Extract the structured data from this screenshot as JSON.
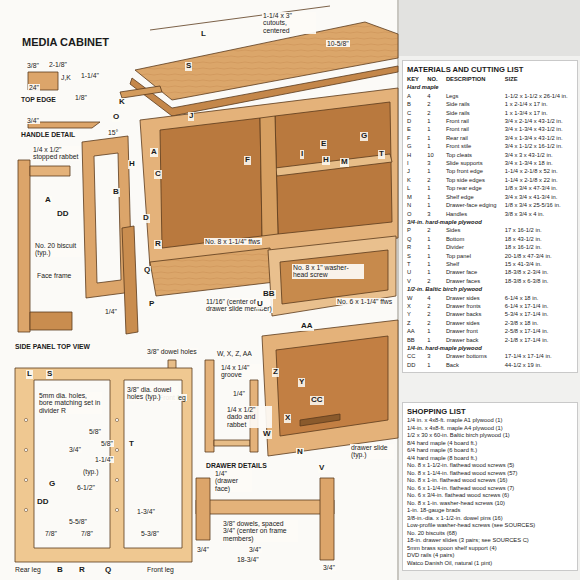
{
  "diagram": {
    "title": "MEDIA CABINET",
    "nodes": [
      {
        "text": [
          "MATERIALS AND CUTTING LIST",
          "KEY",
          "NO.",
          "DESCRIPTION",
          "SIZE",
          "Hard maple",
          "A",
          "4",
          "Legs",
          "1-1/2 x 1-1/2 x 26-1/4 in.",
          "B",
          "2",
          "Side rails",
          "1 x 2-1/4 x 17 in.",
          "C",
          "2",
          "Side rails",
          "1 x 1-3/4 x 17 in.",
          "D",
          "1",
          "Front rail",
          "3/4 x 2-1/4 x 43-1/2 in.",
          "E",
          "1",
          "Front rail",
          "3/4 x 1-3/4 x 43-1/2 in.",
          "F",
          "1",
          "Rear rail",
          "3/4 x 1-3/4 x 43-1/2 in.",
          "G",
          "1",
          "Front stile",
          "3/4 x 1-1/2 x 16-1/2 in.",
          "H",
          "10",
          "Top cleats",
          "3/4 x 3 x 43-1/2 in.",
          "I",
          "3",
          "Slide supports",
          "3/4 x 1-3/4 x 18 in.",
          "J",
          "1",
          "Top front edge",
          "1-1/4 x 2-1/8 x 52 in.",
          "K",
          "2",
          "Top side edges",
          "1-1/4 x 2-1/8 x 22 in.",
          "L",
          "1",
          "Top rear edge",
          "1/8 x 3/4 x 47-3/4 in.",
          "M",
          "1",
          "Shelf edge",
          "3/4 x 3/4 x 41-3/4 in.",
          "N",
          "1",
          "Drawer-face edging",
          "1/8 x 3/4 x 25-5/16 in.",
          "O",
          "3",
          "Handles",
          "3/8 x 3/4 x 4 in.",
          "3/4-in. hard-maple plywood",
          "P",
          "2",
          "Sides",
          "17 x 16-1/2 in.",
          "Q",
          "1",
          "Bottom",
          "18 x 43-1/2 in.",
          "R",
          "1",
          "Divider",
          "18 x 16-1/2 in.",
          "S",
          "1",
          "Top panel",
          "20-1/8 x 47-3/4 in.",
          "T",
          "1",
          "Shelf",
          "15 x 41-3/4 in.",
          "U",
          "1",
          "Drawer face",
          "18-3/8 x 2-3/4 in.",
          "V",
          "2",
          "Drawer faces",
          "18-3/8 x 6-3/8 in.",
          "1/2-in. Baltic birch plywood",
          "W",
          "4",
          "Drawer sides",
          "6-1/4 x 18 in.",
          "X",
          "2",
          "Drawer fronts",
          "6-1/4 x 17-1/4 in.",
          "Y",
          "2",
          "Drawer backs",
          "5-3/4 x 17-1/4 in.",
          "Z",
          "2",
          "Drawer sides",
          "2-3/8 x 18 in.",
          "AA",
          "1",
          "Drawer front",
          "2-5/8 x 17-1/4 in.",
          "BB",
          "1",
          "Drawer back",
          "2-1/8 x 17-1/4 in.",
          "1/4-in. hard-maple plywood",
          "CC",
          "3",
          "Drawer bottoms",
          "17-1/4 x 17-1/4 in.",
          "DD",
          "1",
          "Back",
          "44-1/2 x 19 in."
        ]
      },
      {
        "text": [
          "SHOPPING LIST",
          "1/4 in. x 4x8-ft. maple A1 plywood (1)",
          "1/4-in. x 4x8-ft. maple A4 plywood (1)",
          "1/2 x 30 x 60-in. Baltic birch plywood (1)",
          "8/4 hard maple (4 board ft.)",
          "6/4 hard maple (6 board ft.)",
          "4/4 hard maple (8 board ft.)",
          "No. 8 x 1-1/2-in. flathead wood screws (5)",
          "No. 8 x 1-1/4-in. flathead wood screws (57)",
          "No. 8 x 1-in. flathead wood screws (16)",
          "No. 6 x 1-1/4-in. flathead wood screws (7)",
          "No. 6 x 3/4-in. flathead wood screws (6)",
          "No. 8 x 1-in. washer-head screws (10)",
          "1-in. 18-gauge brads",
          "3/8-in.-dia. x 1-1/2-in. dowel pins (16)",
          "Low-profile washer-head screws (see SOURCES)",
          "No. 20 biscuits (68)",
          "18-in. drawer slides (3 pairs; see SOURCES C)",
          "5mm brass spoon shelf support (4)",
          "DVD rails (4 pairs)",
          "Watco Danish Oil, natural (1 pint)"
        ]
      }
    ],
    "edges": [],
    "labels": [
      "L",
      "S",
      "1-1/4 x 3\" cutouts, centered",
      "10-5/8\"",
      "3/8\"",
      "2-1/8\"",
      "J,K",
      "1-1/4\"",
      "24\"",
      "1/8\"",
      "TOP EDGE",
      "3/4\"",
      "O",
      "HANDLE DETAIL",
      "15°",
      "K",
      "J",
      "1/4 x 1/2\" stopped rabbet",
      "A",
      "H",
      "C",
      "B",
      "DD",
      "A",
      "F",
      "I",
      "E",
      "H",
      "M",
      "G",
      "T",
      "No. 8 x 1-1/4\" ffws",
      "No. 20 biscuit (typ.)",
      "Face frame",
      "R",
      "Q",
      "P",
      "D",
      "1/4\"",
      "SIDE PANEL TOP VIEW",
      "3/8\" dowel holes",
      "11/16\" (center of drawer slide member)",
      "No. 8 x 1\" washer-head screw",
      "BB",
      "No. 6 x 1-1/4\" ffws",
      "AA",
      "Front leg",
      "W, X, Z, AA",
      "1/4 x 1/4\" groove",
      "1/4\"",
      "1/4 x 1/2\" dado and rabbet",
      "DRAWER DETAILS",
      "Y",
      "CC",
      "Z",
      "X",
      "W",
      "N",
      "V",
      "U",
      "drawer slide (typ.)",
      "L",
      "S",
      "5mm dia. holes, bore matching set in divider R",
      "3/8\" dia. dowel holes (typ.)",
      "5/8\"",
      "3/4\"",
      "5/8\"",
      "1-1/4\"",
      "(typ.)",
      "6-1/2\"",
      "5-5/8\"",
      "7/8\"",
      "7/8\"",
      "5-3/8\"",
      "1-3/4\"",
      "3/8\" dowels, spaced 3/4\" (center on frame members)",
      "1/4\" (drawer face)",
      "3/4\"",
      "3/4\"",
      "18-3/4\"",
      "3/4\"",
      "Rear leg",
      "B",
      "R",
      "Q",
      "Front leg",
      "DD",
      "G",
      "T"
    ]
  }
}
